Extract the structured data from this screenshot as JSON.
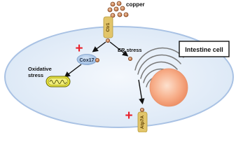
{
  "labels": {
    "copper": "copper",
    "ctr1": "Ctr1",
    "cox17": "Cox17",
    "er_stress": "ER stress",
    "oxidative_stress_line1": "Oxidative",
    "oxidative_stress_line2": "stress",
    "intestine_cell": "Intestine cell",
    "atp7a": "Atp7A"
  },
  "symbols": {
    "inhibition_cox17": "+",
    "inhibition_atp7a": "+"
  },
  "colors": {
    "cell_fill": "#e9f1fb",
    "cell_stroke": "#a9c2e4",
    "copper_fill": "#d08a5a",
    "copper_stroke": "#7a3f1a",
    "transporter": "#e2c56a",
    "cox17_fill": "#a9c6ea",
    "nucleus_fill": "#f5a07a",
    "inhibition": "#e8222c",
    "arrow": "#111111"
  }
}
